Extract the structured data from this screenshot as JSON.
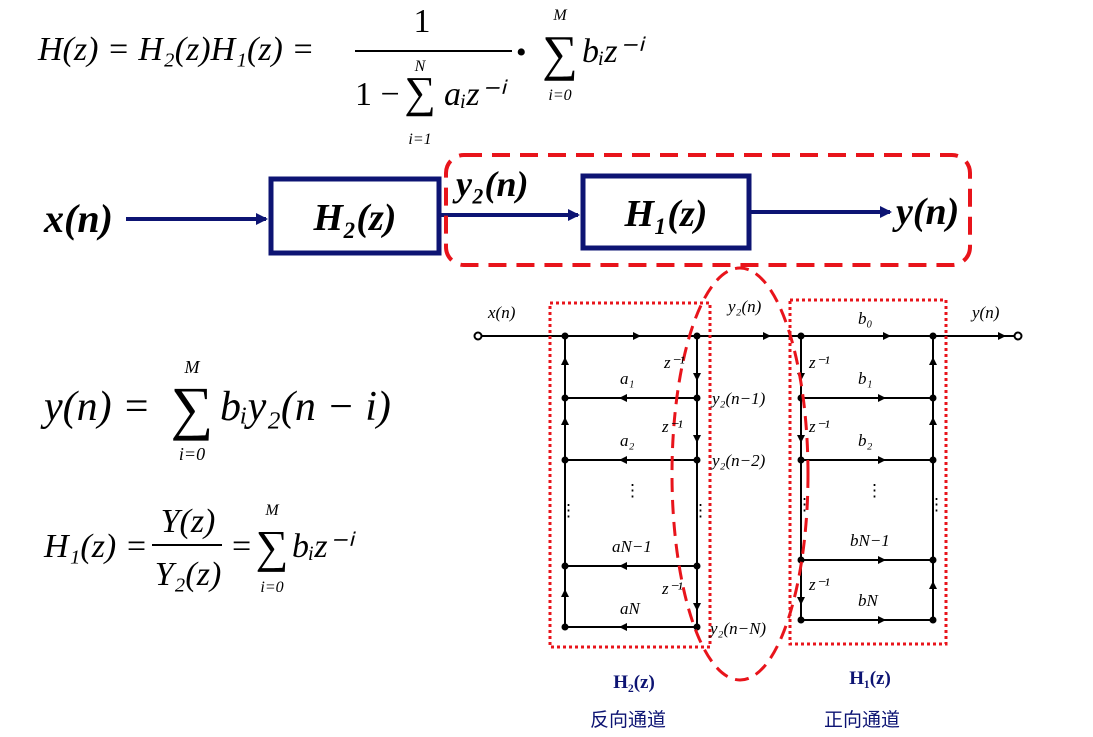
{
  "equations": {
    "transfer": {
      "lhs": "H(z) = H₂(z)H₁(z) =",
      "numerator": "1",
      "den_one": "1 −",
      "den_sum_top": "N",
      "den_sum_bottom": "i=1",
      "den_term": "aᵢz⁻ⁱ",
      "dot": "•",
      "sum_top": "M",
      "sum_bottom": "i=0",
      "sum_term": "bᵢz⁻ⁱ"
    },
    "output": {
      "lhs": "y(n) =",
      "sum_top": "M",
      "sum_bottom": "i=0",
      "term": "bᵢy₂(n − i)"
    },
    "h1": {
      "lhs": "H₁(z) =",
      "numerator": "Y(z)",
      "denominator": "Y₂(z)",
      "equals": "=",
      "sum_top": "M",
      "sum_bottom": "i=0",
      "term": "bᵢz⁻ⁱ"
    }
  },
  "block_diagram": {
    "input": "x(n)",
    "block1": "H₂(z)",
    "middle": "y₂(n)",
    "block2": "H₁(z)",
    "output": "y(n)"
  },
  "flow_graph": {
    "input": "x(n)",
    "output": "y(n)",
    "mid_top": "y₂(n)",
    "delays": [
      "z⁻¹",
      "z⁻¹",
      "z⁻¹",
      "z⁻¹",
      "z⁻¹",
      "z⁻¹"
    ],
    "feedback": [
      "a₁",
      "a₂",
      "⋮",
      "aN−1",
      "aN"
    ],
    "feedforward": [
      "b₀",
      "b₁",
      "b₂",
      "⋮",
      "bN−1",
      "bN"
    ],
    "taps": [
      "y₂(n−1)",
      "y₂(n−2)",
      "y₂(n−N)"
    ],
    "left_label": "H₂(z)",
    "left_caption": "反向通道",
    "right_label": "H₁(z)",
    "right_caption": "正向通道"
  },
  "colors": {
    "navy": "#0d1473",
    "red": "#e8141b"
  }
}
